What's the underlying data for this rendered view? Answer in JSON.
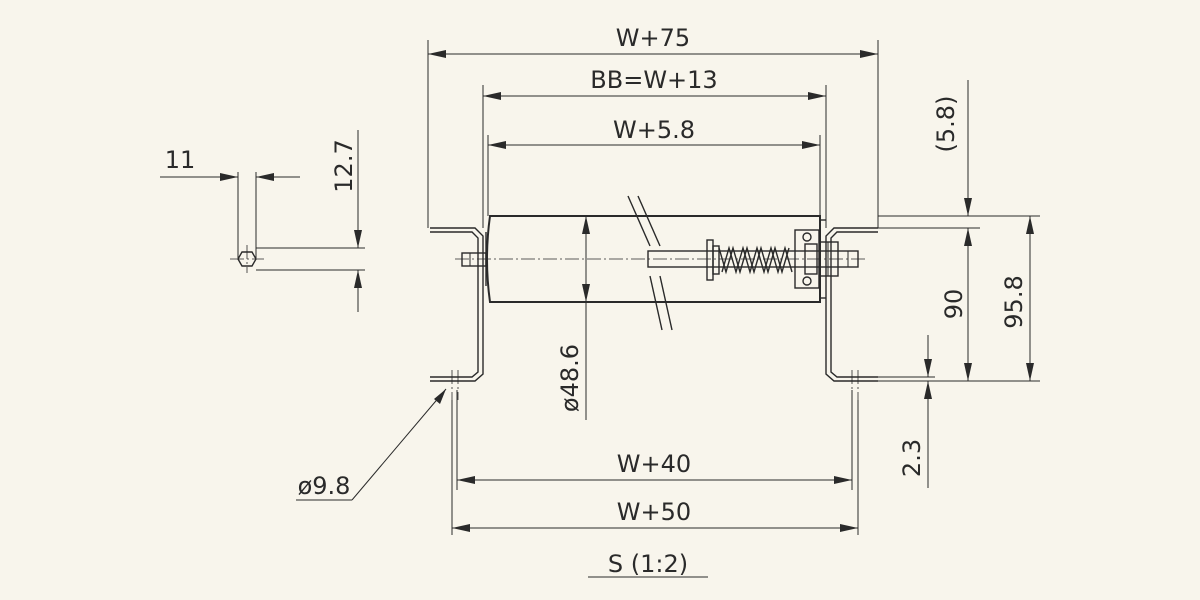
{
  "labels": {
    "w75": "W+75",
    "bb": "BB=W+13",
    "w58": "W+5.8",
    "w40": "W+40",
    "w50": "W+50",
    "eleven": "11",
    "h127": "12.7",
    "p58": "(5.8)",
    "h90": "90",
    "h958": "95.8",
    "d486": "ø48.6",
    "d98": "ø9.8",
    "h23": "2.3",
    "scale": "S (1:2)"
  }
}
